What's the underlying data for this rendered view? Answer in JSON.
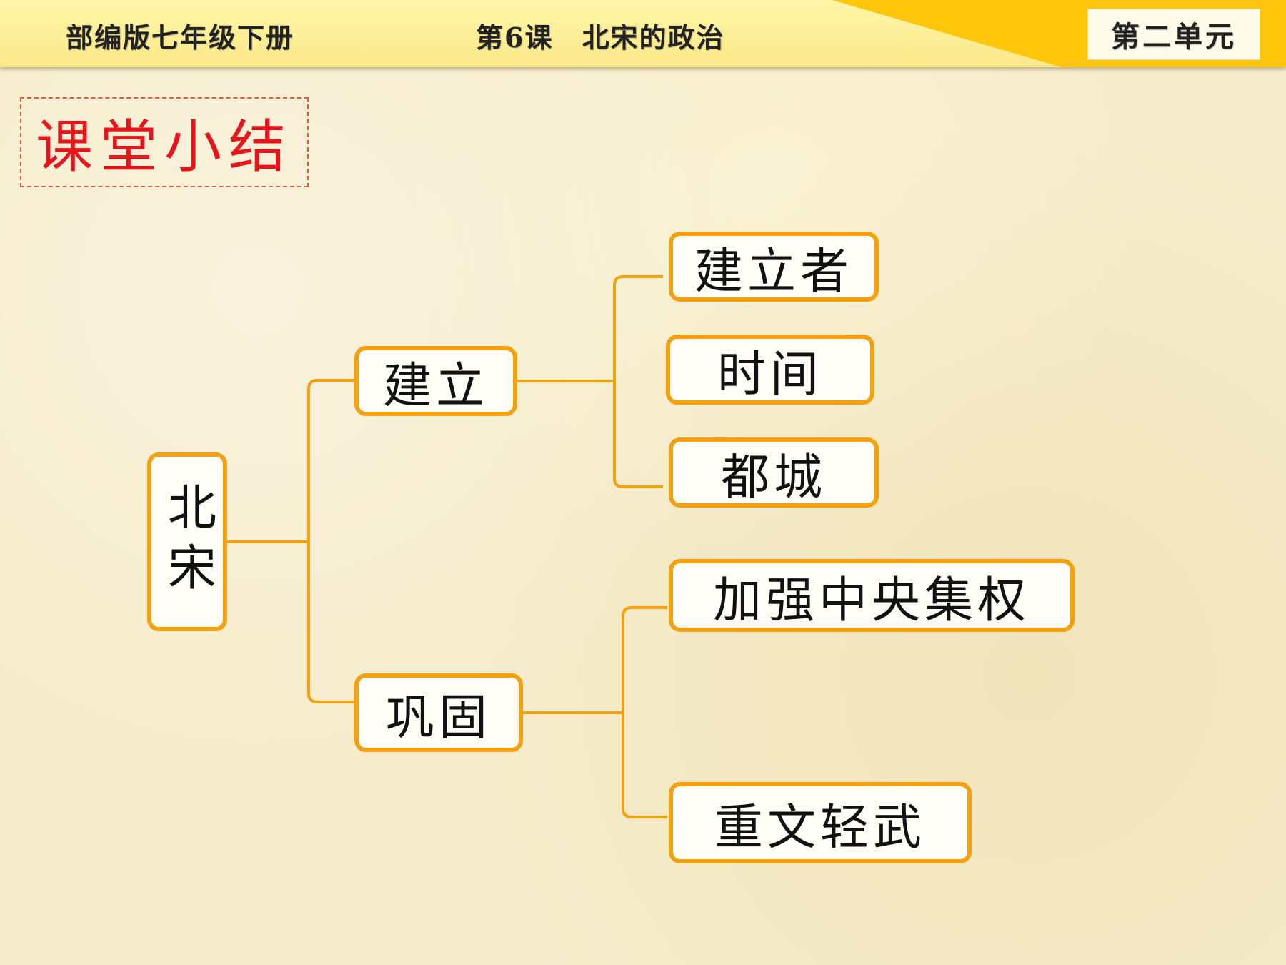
{
  "header": {
    "textbook": "部编版七年级下册",
    "lesson": "第6课　北宋的政治",
    "unit": "第二单元",
    "colors": {
      "bar": "#fbe98a",
      "triangle": "#ffc60b"
    }
  },
  "section_title": "课堂小结",
  "mindmap": {
    "root": "北宋",
    "branches": [
      {
        "label": "建立",
        "children": [
          "建立者",
          "时间",
          "都城"
        ]
      },
      {
        "label": "巩固",
        "children": [
          "加强中央集权",
          "重文轻武"
        ]
      }
    ],
    "colors": {
      "border": "#f5a00f",
      "connector": "#f5a00f"
    }
  }
}
